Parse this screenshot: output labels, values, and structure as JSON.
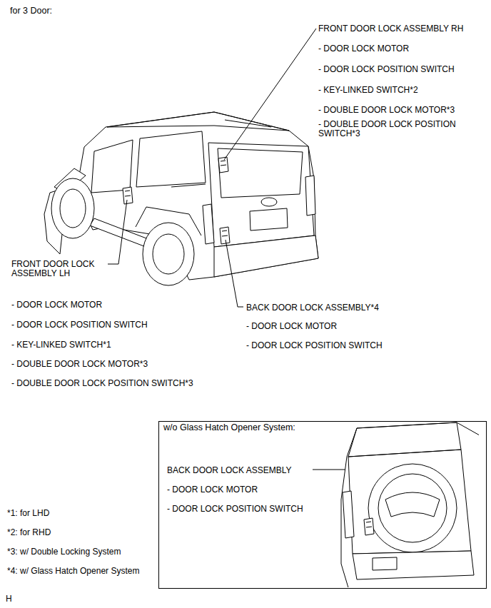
{
  "diagram": {
    "title": "for 3 Door:",
    "nodes": [
      {
        "text": [
          "w/o Glass Hatch Opener System:"
        ]
      }
    ],
    "labels": [
      "FRONT DOOR LOCK ASSEMBLY RH",
      "- DOOR LOCK MOTOR",
      "- DOOR LOCK POSITION SWITCH",
      "- KEY-LINKED SWITCH*2",
      "- DOUBLE DOOR LOCK MOTOR*3",
      "- DOUBLE DOOR LOCK POSITION SWITCH*3",
      "FRONT DOOR LOCK ASSEMBLY LH",
      "- DOOR LOCK MOTOR",
      "- DOOR LOCK POSITION SWITCH",
      "- KEY-LINKED SWITCH*1",
      "- DOUBLE DOOR LOCK MOTOR*3",
      "- DOUBLE DOOR LOCK POSITION SWITCH*3",
      "BACK DOOR LOCK ASSEMBLY*4",
      "- DOOR LOCK MOTOR",
      "- DOOR LOCK POSITION SWITCH",
      "BACK DOOR LOCK ASSEMBLY",
      "- DOOR LOCK MOTOR",
      "- DOOR LOCK POSITION SWITCH",
      "*1: for LHD",
      "*2: for RHD",
      "*3: w/ Double Locking System",
      "*4: w/ Glass Hatch Opener System",
      "H"
    ]
  }
}
